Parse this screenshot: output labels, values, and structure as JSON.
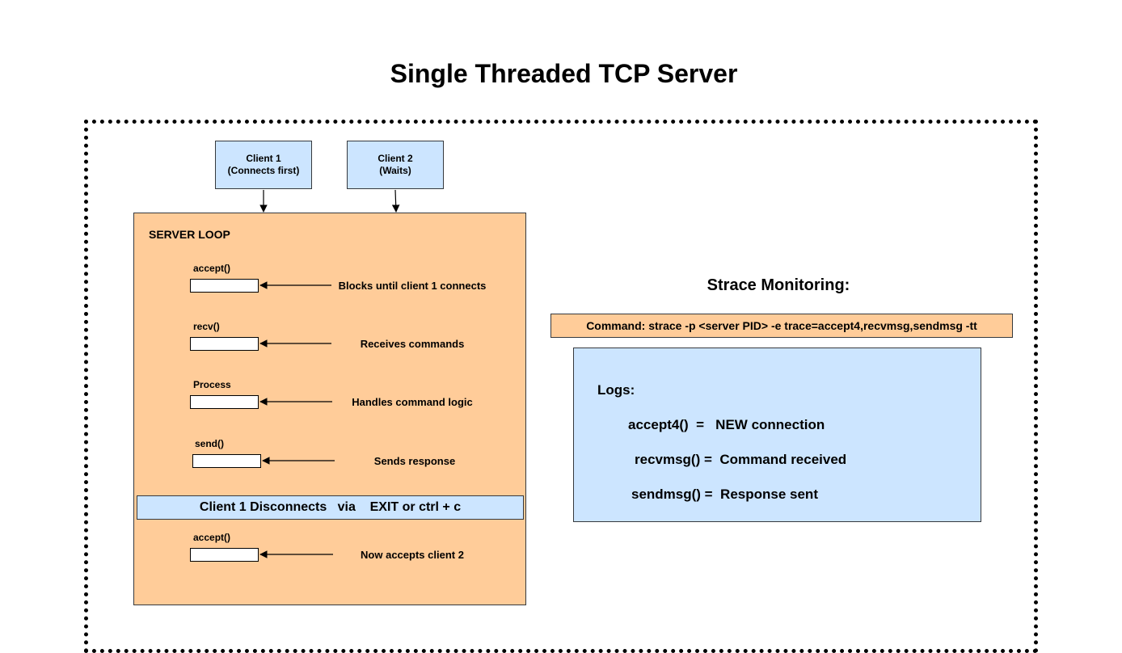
{
  "title": "Single Threaded TCP Server",
  "clients": [
    {
      "line1": "Client 1",
      "line2": "(Connects first)"
    },
    {
      "line1": "Client 2",
      "line2": "(Waits)"
    }
  ],
  "server_loop": {
    "title": "SERVER LOOP",
    "steps": [
      {
        "label": "accept()",
        "description": "Blocks until client 1 connects"
      },
      {
        "label": "recv()",
        "description": "Receives commands"
      },
      {
        "label": "Process",
        "description": "Handles command logic"
      },
      {
        "label": "send()",
        "description": "Sends response"
      }
    ],
    "disconnect": "Client 1 Disconnects   via    EXIT or ctrl + c",
    "final_step": {
      "label": "accept()",
      "description": "Now accepts client 2"
    }
  },
  "strace": {
    "title": "Strace Monitoring:",
    "command": "Command: strace -p <server PID> -e trace=accept4,recvmsg,sendmsg -tt",
    "logs_title": "Logs:",
    "logs": [
      "accept4()  =   NEW connection",
      "recvmsg() =  Command received",
      "sendmsg() =  Response sent"
    ]
  }
}
